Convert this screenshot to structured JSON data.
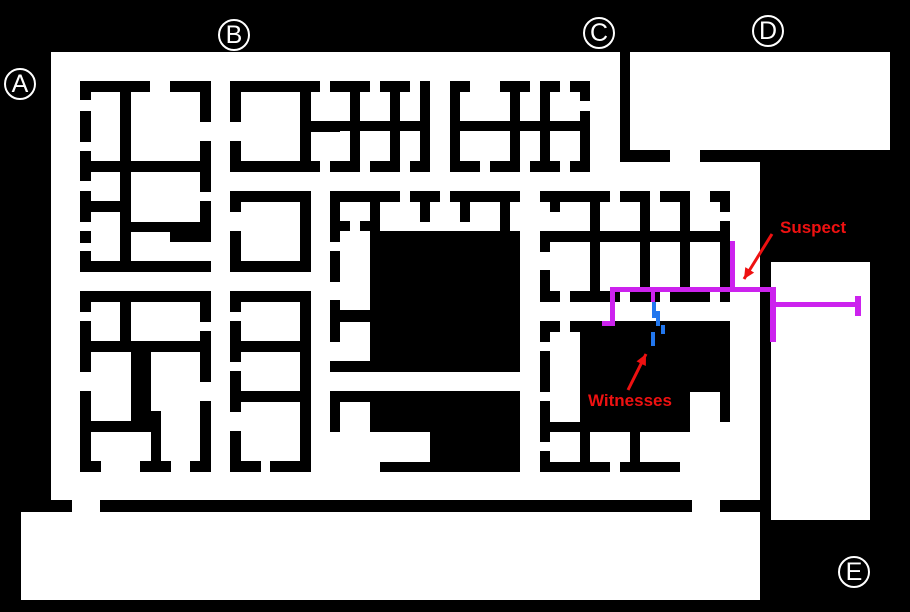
{
  "diagram": {
    "zone_labels": [
      "A",
      "B",
      "C",
      "D",
      "E"
    ],
    "annotations": {
      "suspect": "Suspect",
      "witnesses": "Witnesses"
    },
    "colors": {
      "background": "#000000",
      "floor": "#ffffff",
      "suspect_path": "#cc22ee",
      "witness_path": "#2277ee",
      "annotation": "#ee1111"
    }
  }
}
